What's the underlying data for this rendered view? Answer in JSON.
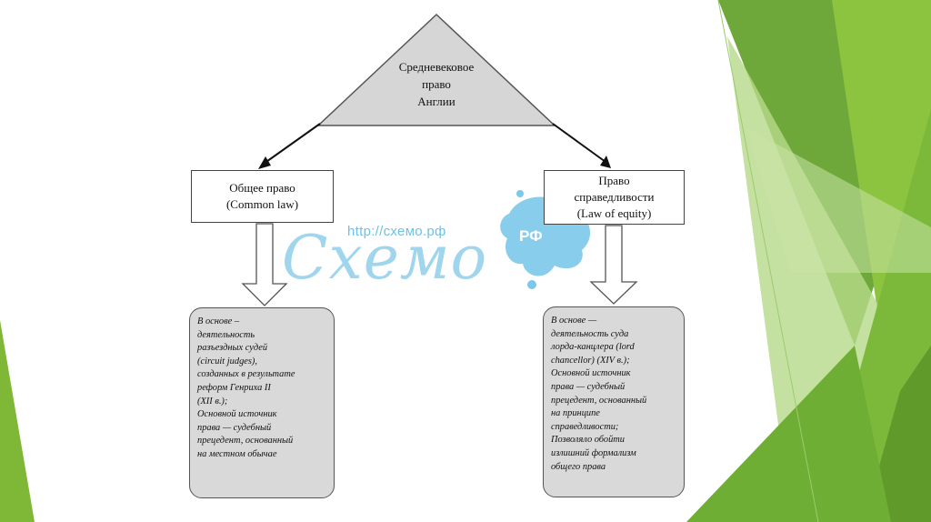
{
  "diagram": {
    "root": [
      "Средневековое",
      "право",
      "Англии"
    ],
    "left_box": [
      "Общее право",
      "(Common law)"
    ],
    "right_box": [
      "Право",
      "справедливости",
      "(Law of equity)"
    ],
    "left_card": [
      "В основе –",
      "деятельность",
      "разъездных судей",
      "(circuit judges),",
      "созданных в результате",
      "реформ Генриха II",
      "(XII в.);",
      "Основной источник",
      "права — судебный",
      "прецедент, основанный",
      "на местном обычае"
    ],
    "right_card": [
      "В основе —",
      "деятельность суда",
      "лорда-канцлера (lord",
      "chancellor) (XIV в.);",
      "Основной источник",
      "права — судебный",
      "прецедент, основанный",
      "на принципе",
      "справедливости;",
      "Позволяло обойти",
      "излишний формализм",
      "общего права"
    ]
  },
  "watermark": {
    "url": "http://схемо.рф",
    "text": "Схемо",
    "badge": "РФ"
  },
  "colors": {
    "green_dark": "#5f9a2a",
    "green_mid": "#7fb736",
    "green_light": "#b6d98a",
    "triangle_fill": "#d6d6d6",
    "card_fill": "#d9d9d9",
    "watermark_blue": "#7cc8ea"
  }
}
